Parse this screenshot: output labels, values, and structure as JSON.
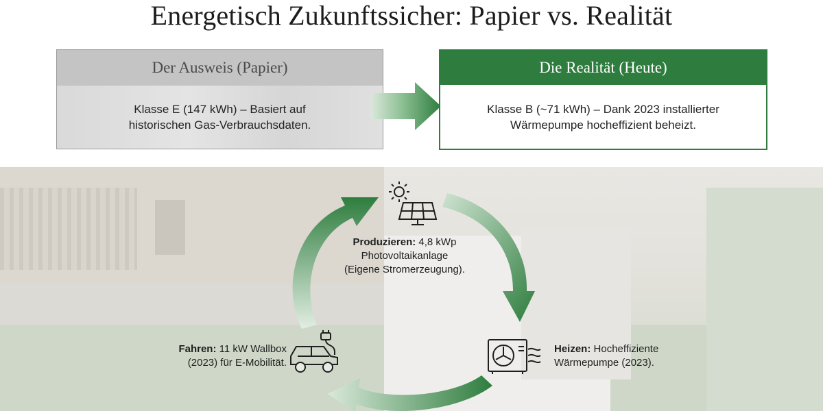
{
  "title": "Energetisch Zukunftssicher: Papier vs. Realität",
  "paper_card": {
    "heading": "Der Ausweis (Papier)",
    "text_line1": "Klasse E (147 kWh) – Basiert auf",
    "text_line2": "historischen Gas-Verbrauchsdaten."
  },
  "reality_card": {
    "heading": "Die Realität (Heute)",
    "text_line1": "Klasse B (~71 kWh) – Dank 2023 installierter",
    "text_line2": "Wärmepumpe hocheffizient beheizt."
  },
  "cycle": {
    "produce": {
      "label": "Produzieren:",
      "line1": "4,8 kWp",
      "line2": "Photovoltaikanlage",
      "line3": "(Eigene Stromerzeugung).",
      "icon": "solar-panel-icon"
    },
    "heat": {
      "label": "Heizen:",
      "line1": "Hocheffiziente",
      "line2": "Wärmepumpe (2023).",
      "icon": "heat-pump-icon"
    },
    "drive": {
      "label": "Fahren:",
      "line1": "11 kW Wallbox",
      "line2": "(2023) für E-Mobilität.",
      "icon": "electric-car-icon"
    }
  },
  "colors": {
    "accent_green": "#2e7d3e",
    "paper_gray": "#c4c4c4"
  }
}
